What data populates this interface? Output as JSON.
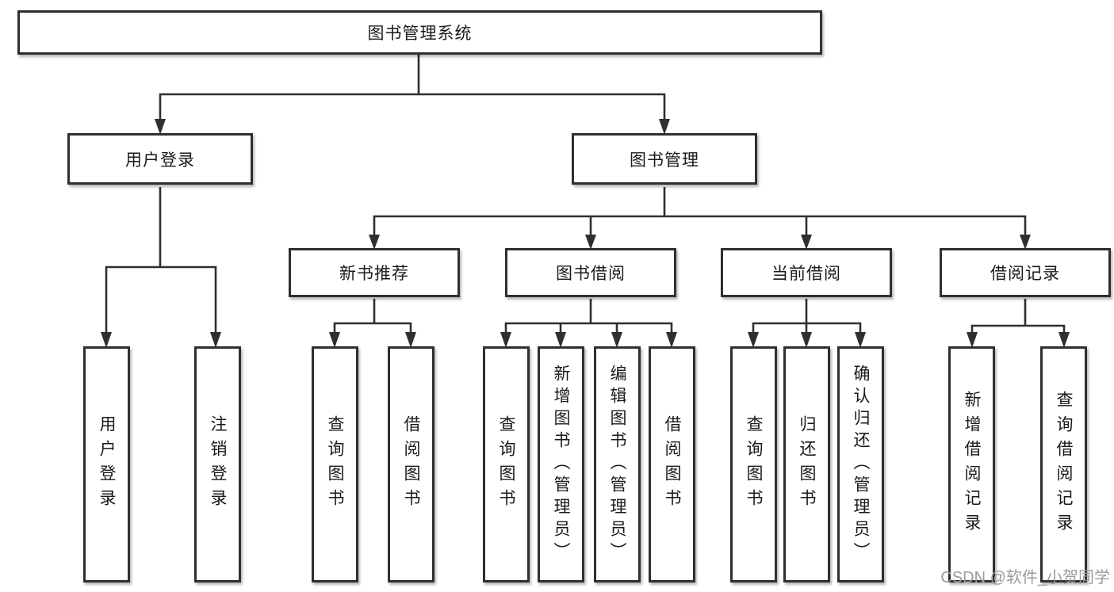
{
  "tree": {
    "label": "图书管理系统",
    "children": [
      {
        "label": "用户登录",
        "children": [
          {
            "label": "用户登录"
          },
          {
            "label": "注销登录"
          }
        ]
      },
      {
        "label": "图书管理",
        "children": [
          {
            "label": "新书推荐",
            "children": [
              {
                "label": "查询图书"
              },
              {
                "label": "借阅图书"
              }
            ]
          },
          {
            "label": "图书借阅",
            "children": [
              {
                "label": "查询图书"
              },
              {
                "label": "新增图书（管理员）"
              },
              {
                "label": "编辑图书（管理员）"
              },
              {
                "label": "借阅图书"
              }
            ]
          },
          {
            "label": "当前借阅",
            "children": [
              {
                "label": "查询图书"
              },
              {
                "label": "归还图书"
              },
              {
                "label": "确认归还（管理员）"
              }
            ]
          },
          {
            "label": "借阅记录",
            "children": [
              {
                "label": "新增借阅记录"
              },
              {
                "label": "查询借阅记录"
              }
            ]
          }
        ]
      }
    ]
  },
  "watermark": {
    "text": "CSDN @软件_小贺同学",
    "color": "#9b9b9b"
  },
  "colors": {
    "line": "#2f2f2f",
    "box_border": "#2f2f2f",
    "box_fill": "#ffffff",
    "text": "#1a1a1a",
    "background": "#ffffff"
  }
}
